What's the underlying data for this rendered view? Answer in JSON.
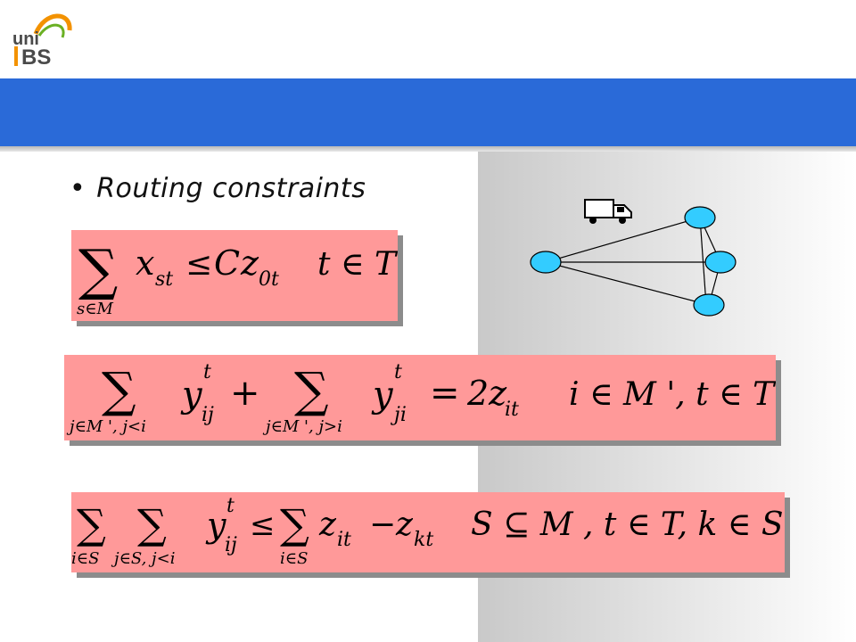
{
  "logo": {
    "top_text": "uni",
    "bottom_text": "BS",
    "colors": {
      "orange": "#f39200",
      "green": "#6ab023",
      "gray": "#4a4a4a"
    }
  },
  "slide": {
    "bullet": "Routing constraints",
    "accent_color": "#2a6ad8",
    "box_color": "#ff9999"
  },
  "equations": {
    "eq1": {
      "sum": "∑",
      "sum_sub": "s∈M",
      "x": "x",
      "x_sub": "st",
      "le": "≤",
      "C": "C",
      "z": "z",
      "z_sub": "0t",
      "domain": "t ∈ T"
    },
    "eq2": {
      "sum1": "∑",
      "sum1_sub": "j∈M ', j<i",
      "y1": "y",
      "y1_sup": "t",
      "y1_sub": "ij",
      "plus": "+",
      "sum2": "∑",
      "sum2_sub": "j∈M ', j>i",
      "y2": "y",
      "y2_sup": "t",
      "y2_sub": "ji",
      "eq": "=",
      "rhs": "2z",
      "rhs_sub": "it",
      "domain": "i ∈ M ', t ∈ T"
    },
    "eq3": {
      "sum1": "∑",
      "sum1_sub": "i∈S",
      "sum2": "∑",
      "sum2_sub": "j∈S, j<i",
      "y": "y",
      "y_sup": "t",
      "y_sub": "ij",
      "le": "≤",
      "sum3": "∑",
      "sum3_sub": "i∈S",
      "z1": "z",
      "z1_sub": "it",
      "minus": "−",
      "z2": "z",
      "z2_sub": "kt",
      "domain": "S ⊆ M , t ∈ T, k ∈ S"
    }
  },
  "graph": {
    "node_color": "#33ccff",
    "icon": "truck-icon"
  }
}
